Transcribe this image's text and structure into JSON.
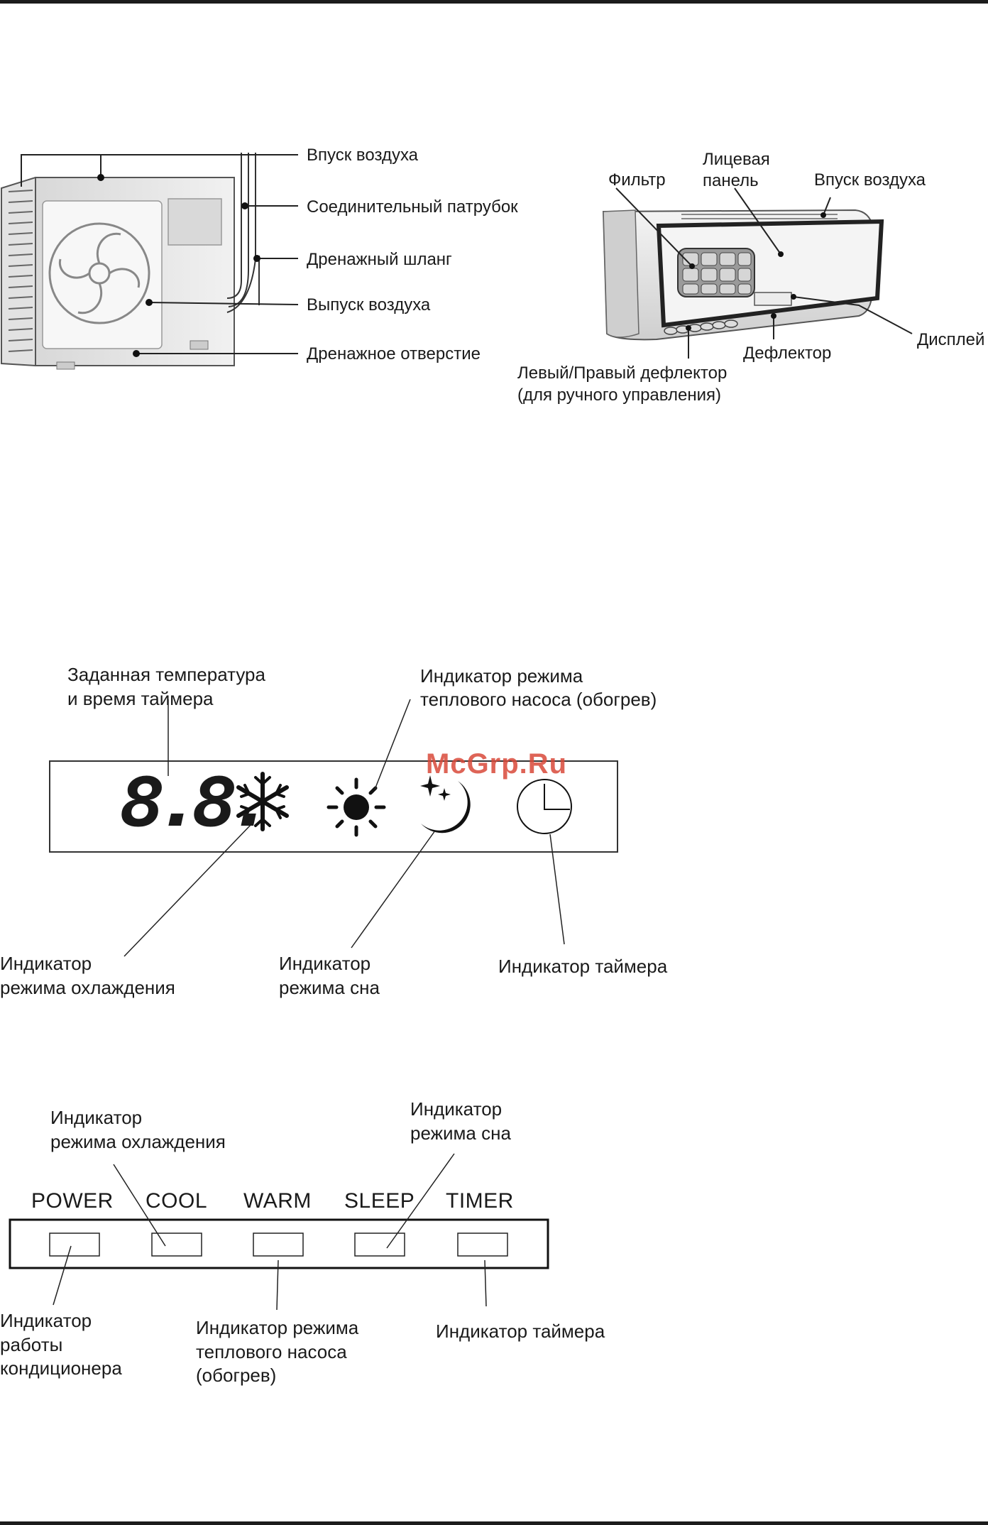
{
  "watermark": "McGrp.Ru",
  "outdoor_unit": {
    "labels": [
      "Впуск воздуха",
      "Соединительный патрубок",
      "Дренажный шланг",
      "Выпуск воздуха",
      "Дренажное отверстие"
    ]
  },
  "indoor_unit": {
    "filter": "Фильтр",
    "front_panel_1": "Лицевая",
    "front_panel_2": "панель",
    "air_intake": "Впуск воздуха",
    "display": "Дисплей",
    "deflector": "Дефлектор",
    "lr_deflector_1": "Левый/Правый дефлектор",
    "lr_deflector_2": "(для ручного управления)"
  },
  "display_panel": {
    "digits": "8.8.",
    "set_temp_1": "Заданная температура",
    "set_temp_2": "и время таймера",
    "heat_1": "Индикатор режима",
    "heat_2": "теплового насоса (обогрев)",
    "cool_1": "Индикатор",
    "cool_2": "режима охлаждения",
    "sleep_1": "Индикатор",
    "sleep_2": "режима сна",
    "timer": "Индикатор таймера"
  },
  "led_panel": {
    "buttons": [
      "POWER",
      "COOL",
      "WARM",
      "SLEEP",
      "TIMER"
    ],
    "cool_1": "Индикатор",
    "cool_2": "режима охлаждения",
    "sleep_1": "Индикатор",
    "sleep_2": "режима сна",
    "power_1": "Индикатор",
    "power_2": "работы",
    "power_3": "кондиционера",
    "heat_1": "Индикатор режима",
    "heat_2": "теплового насоса",
    "heat_3": "(обогрев)",
    "timer": "Индикатор таймера"
  }
}
